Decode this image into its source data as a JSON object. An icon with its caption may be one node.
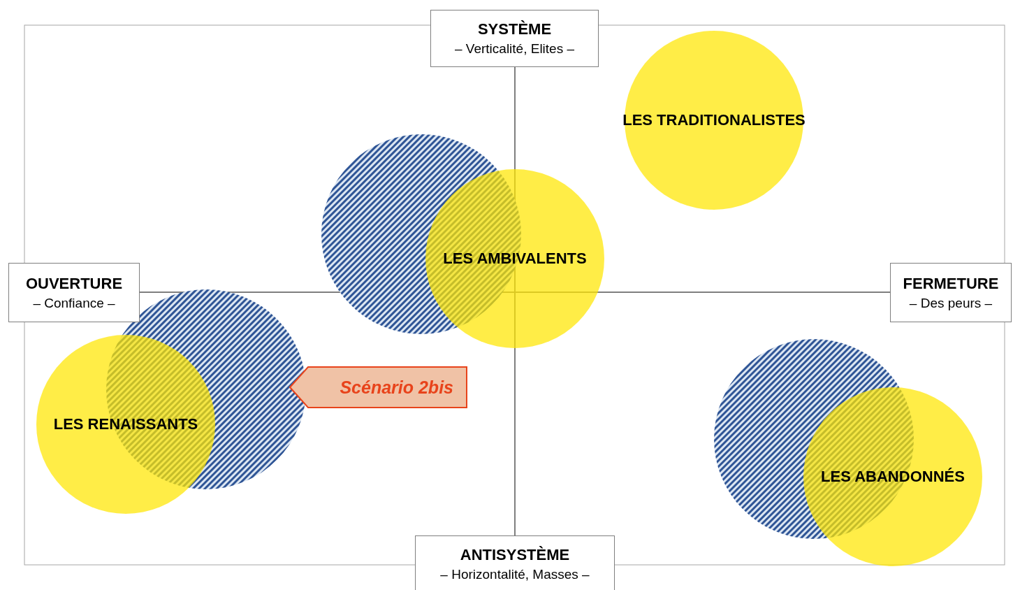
{
  "diagram": {
    "nodes": [
      {
        "text": [
          "SYSTÈME",
          "– Verticalité, Elites –"
        ]
      },
      {
        "text": [
          "LES TRADITIONALISTES"
        ]
      },
      {
        "text": [],
        "shape": "circle"
      },
      {
        "text": [
          "LES AMBIVALENTS"
        ]
      },
      {
        "text": [
          "OUVERTURE",
          "– Confiance –"
        ]
      },
      {
        "text": [
          "FERMETURE",
          "– Des peurs –"
        ]
      },
      {
        "text": [],
        "shape": "circle"
      },
      {
        "text": [
          "Scénario 2bis"
        ]
      },
      {
        "text": [],
        "shape": "circle"
      },
      {
        "text": [
          "LES RENAISSANTS"
        ]
      },
      {
        "text": [
          "LES ABANDONNÉS"
        ]
      },
      {
        "text": [
          "ANTISYSTÈME",
          "– Horizontalité, Masses –"
        ]
      }
    ]
  }
}
